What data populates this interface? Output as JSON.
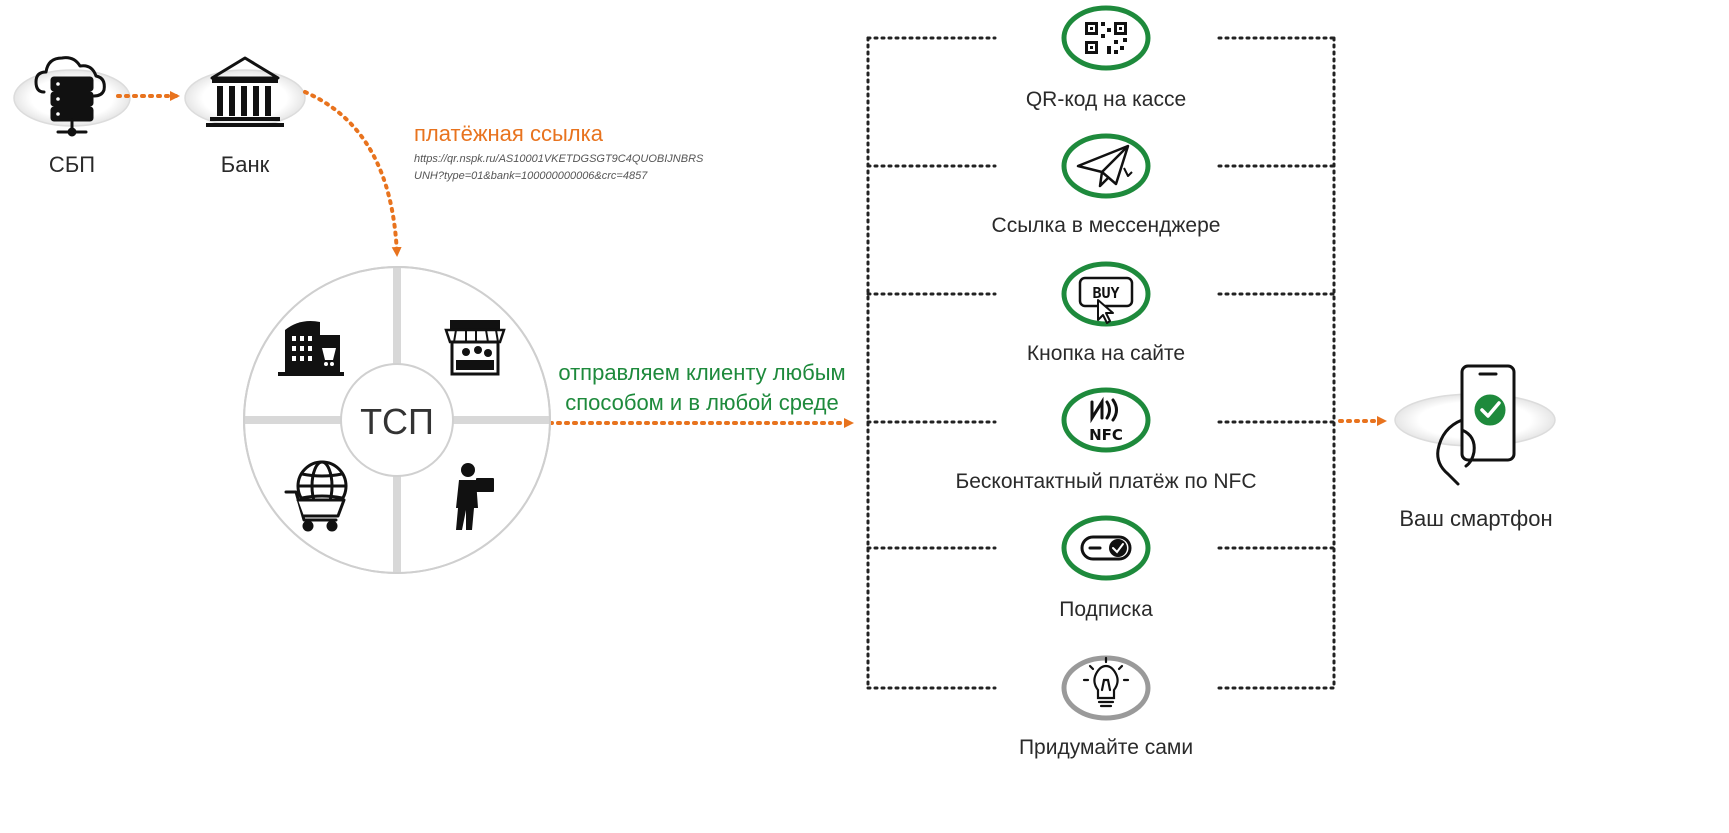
{
  "nodes": {
    "sbp": {
      "label": "СБП",
      "icon": "server-cloud-icon"
    },
    "bank": {
      "label": "Банк",
      "icon": "bank-building-icon"
    },
    "tsp": {
      "label": "ТСП",
      "segments": [
        "office-building-icon",
        "market-stall-icon",
        "online-cart-icon",
        "courier-icon"
      ]
    },
    "smartphone": {
      "label": "Ваш смартфон",
      "icon": "smartphone-check-icon"
    }
  },
  "link": {
    "title": "платёжная ссылка",
    "url_line1": "https://qr.nspk.ru/AS10001VKETDGSGT9C4QUOBIJNBRS",
    "url_line2": "UNH?type=01&bank=100000000006&crc=4857"
  },
  "send_text": {
    "line1": "отправляем клиенту любым",
    "line2": "способом и в любой среде"
  },
  "methods": [
    {
      "label": "QR-код на кассе",
      "icon": "qr-code-icon"
    },
    {
      "label": "Ссылка в мессенджере",
      "icon": "paper-plane-icon"
    },
    {
      "label": "Кнопка на сайте",
      "icon": "buy-button-icon"
    },
    {
      "label": "Бесконтактный платёж по NFC",
      "icon": "nfc-icon",
      "badge": "NFC"
    },
    {
      "label": "Подписка",
      "icon": "toggle-icon"
    },
    {
      "label": "Придумайте сами",
      "icon": "lightbulb-icon"
    }
  ],
  "colors": {
    "accent_orange": "#e8731e",
    "accent_green": "#1e8a3c",
    "badge_gray": "#9a9a9a",
    "line_dark": "#222222"
  }
}
